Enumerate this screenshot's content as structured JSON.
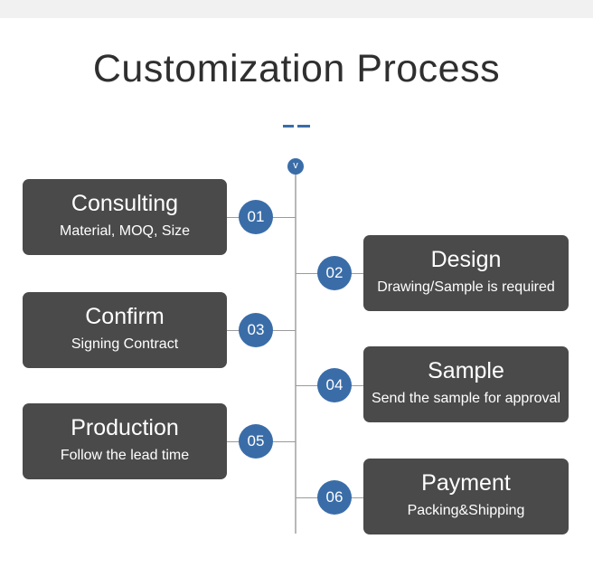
{
  "header": {
    "title": "Customization Process"
  },
  "timeline": {
    "marker": "v"
  },
  "steps": [
    {
      "number": "01",
      "title": "Consulting",
      "subtitle": "Material, MOQ, Size"
    },
    {
      "number": "02",
      "title": "Design",
      "subtitle": "Drawing/Sample is required"
    },
    {
      "number": "03",
      "title": "Confirm",
      "subtitle": "Signing Contract"
    },
    {
      "number": "04",
      "title": "Sample",
      "subtitle": "Send the sample for approval"
    },
    {
      "number": "05",
      "title": "Production",
      "subtitle": "Follow the lead time"
    },
    {
      "number": "06",
      "title": "Payment",
      "subtitle": "Packing&Shipping"
    }
  ],
  "colors": {
    "accent": "#3a6da8",
    "card": "#4a4a4a",
    "line": "#b8b8b8"
  }
}
